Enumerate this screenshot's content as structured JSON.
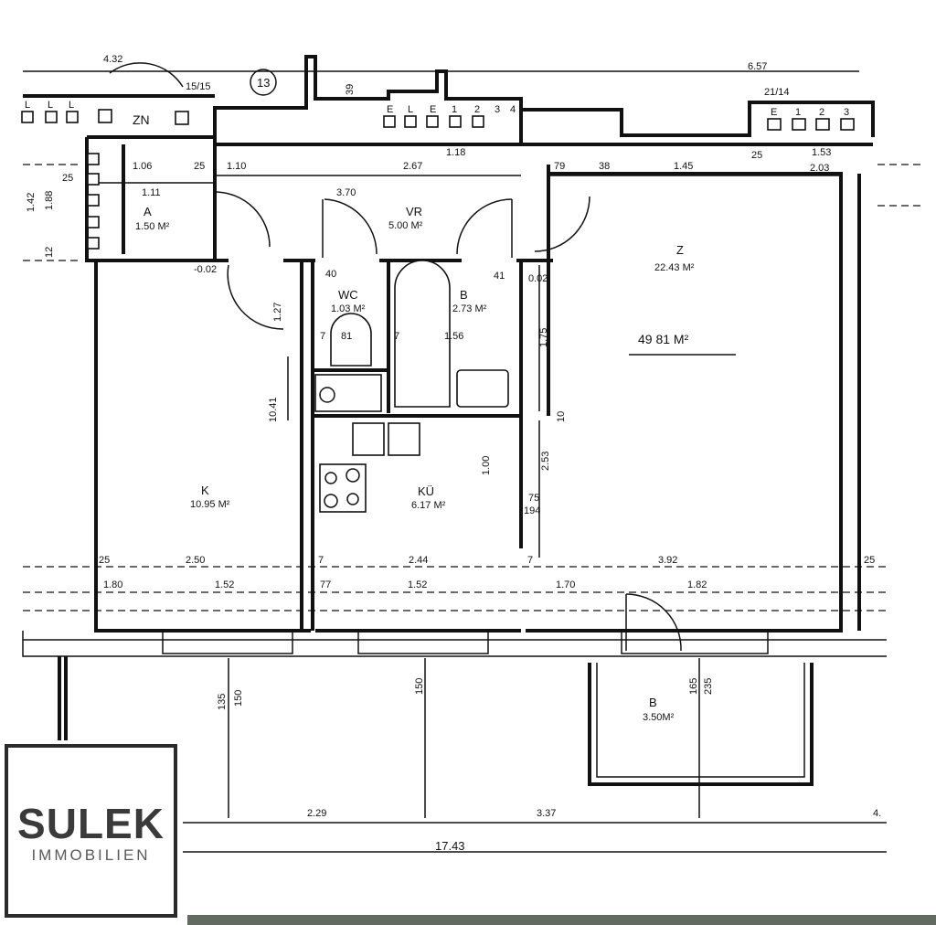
{
  "brand": {
    "name": "SULEK",
    "tagline": "IMMOBILIEN"
  },
  "rooms": {
    "entry_a": {
      "name": "A",
      "area": "1.50 M²"
    },
    "hall_vr": {
      "name": "VR",
      "area": "5.00 M²"
    },
    "wc": {
      "name": "WC",
      "area": "1.03 M²"
    },
    "bath": {
      "name": "B",
      "area": "2.73 M²"
    },
    "living": {
      "name": "Z",
      "area": "22.43 M²"
    },
    "kitchen": {
      "name": "KÜ",
      "area": "6.17 M²"
    },
    "child": {
      "name": "K",
      "area": "10.95 M²"
    },
    "balcony": {
      "name": "B",
      "area": "3.50M²"
    }
  },
  "total_area": "49 81  M²",
  "markers": {
    "unit_number": "13",
    "shaft_zn": "ZN",
    "ref_15_15": "15/15",
    "ref_21_14": "21/14"
  },
  "dimensions": {
    "d432": "4.32",
    "d657": "6.57",
    "d106": "1.06",
    "d110": "1.10",
    "d267": "2.67",
    "d118": "1.18",
    "d111": "1.11",
    "d370": "3.70",
    "d145": "1.45",
    "d153": "1.53",
    "d203": "2.03",
    "d79": "79",
    "d38": "38",
    "d25a": "25",
    "d25b": "25",
    "d25c": "25",
    "d142": "1.42",
    "d188": "1.88",
    "d12": "12",
    "d39": "39",
    "d002a": "-0.02",
    "d002b": "0.02",
    "d127": "1.27",
    "d1041": "10.41",
    "d175": "1.75",
    "d156": "1.56",
    "d81": "81",
    "d7a": "7",
    "d7b": "7",
    "d41": "41",
    "d40": "40",
    "d100": "1.00",
    "d253": "2.53",
    "d75": "75",
    "d194": "194",
    "d250": "2.50",
    "d244": "2.44",
    "d392": "3.92",
    "d180": "1.80",
    "d152a": "1.52",
    "d152b": "1.52",
    "d170": "1.70",
    "d182": "1.82",
    "d77": "77",
    "d7c": "7",
    "d7d": "7",
    "d25d": "25",
    "d25e": "25",
    "d135": "135",
    "d150a": "150",
    "d150b": "150",
    "d165": "165",
    "d235": "235",
    "d229": "2.29",
    "d337": "3.37",
    "d1743": "17.43",
    "d4": "4.",
    "d10": "10"
  },
  "meter_labels": [
    "L",
    "L",
    "L",
    "E",
    "L",
    "E",
    "1",
    "2",
    "3",
    "4",
    "E",
    "1",
    "2",
    "3"
  ]
}
